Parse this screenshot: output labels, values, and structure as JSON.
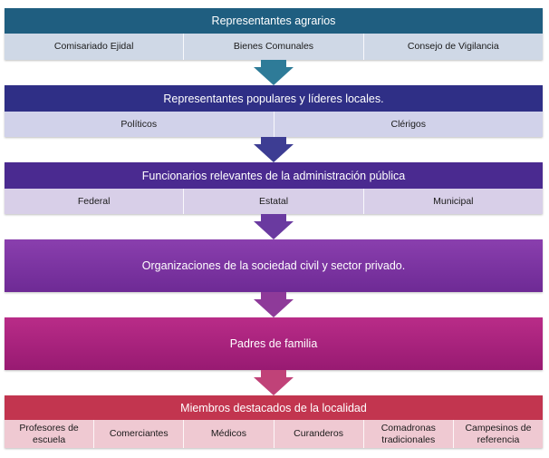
{
  "levels": [
    {
      "title": "Representantes agrarios",
      "head_color": "#1f5e80",
      "sub_color": "#cfd8e6",
      "items": [
        "Comisariado Ejidal",
        "Bienes Comunales",
        "Consejo de Vigilancia"
      ]
    },
    {
      "title": "Representantes populares y líderes locales.",
      "head_color": "#2f2f86",
      "sub_color": "#d1d2ea",
      "items": [
        "Políticos",
        "Clérigos"
      ]
    },
    {
      "title": "Funcionarios relevantes de la administración pública",
      "head_color": "#4a2a90",
      "sub_color": "#d8cfe8",
      "items": [
        "Federal",
        "Estatal",
        "Municipal"
      ]
    },
    {
      "title": "Organizaciones de la sociedad civil y sector privado.",
      "head_color": "#7a2ea0",
      "items": []
    },
    {
      "title": "Padres de familia",
      "head_color": "#aa2380",
      "items": []
    },
    {
      "title": "Miembros destacados de la localidad",
      "head_color": "#c2354f",
      "sub_color": "#efc9d2",
      "items": [
        "Profesores de escuela",
        "Comerciantes",
        "Médicos",
        "Curanderos",
        "Comadronas tradicionales",
        "Campesinos de referencia"
      ]
    }
  ],
  "arrow_colors": [
    "#2e7b98",
    "#3d3d93",
    "#6a3aa0",
    "#8e3a99",
    "#c04278"
  ]
}
